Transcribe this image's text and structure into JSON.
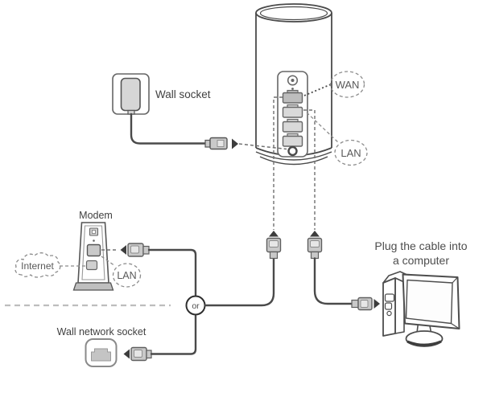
{
  "diagram": {
    "wall_socket": {
      "label": "Wall socket"
    },
    "router": {
      "wan_label": "WAN",
      "lan_label": "LAN"
    },
    "modem": {
      "label": "Modem",
      "internet_label": "Internet",
      "lan_label": "LAN"
    },
    "junction": {
      "label": "or"
    },
    "wall_network_socket": {
      "label": "Wall network socket"
    },
    "computer": {
      "instruction_line1": "Plug the cable into",
      "instruction_line2": "a computer"
    },
    "colors": {
      "line": "#4a4a4a",
      "caption_text": "#404040",
      "label_text": "#595959",
      "dashed_gray": "#8c8c8c",
      "leader_gray": "#707070",
      "connector_fill": "#c9c9c9",
      "port_fill": "#d9d9d9",
      "wan_port_fill": "#bdbdbd",
      "arrow": "#3d3d3d",
      "divider": "#bdbdbd"
    }
  }
}
